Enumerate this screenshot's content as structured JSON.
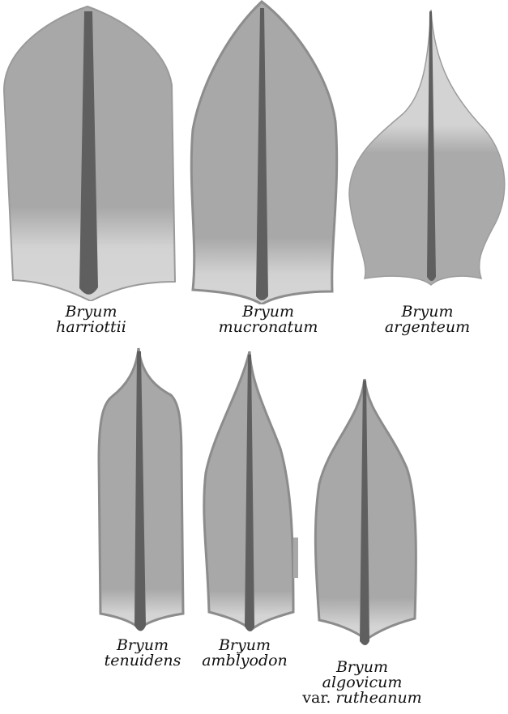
{
  "leaves": [
    {
      "genus": "Bryum",
      "species": "harriottii",
      "var_prefix": "",
      "var_name": ""
    },
    {
      "genus": "Bryum",
      "species": "mucronatum",
      "var_prefix": "",
      "var_name": ""
    },
    {
      "genus": "Bryum",
      "species": "argenteum",
      "var_prefix": "",
      "var_name": ""
    },
    {
      "genus": "Bryum",
      "species": "tenuidens",
      "var_prefix": "",
      "var_name": ""
    },
    {
      "genus": "Bryum",
      "species": "amblyodon",
      "var_prefix": "",
      "var_name": ""
    },
    {
      "genus": "Bryum",
      "species": "algovicum",
      "var_prefix": "var.",
      "var_name": "rutheanum"
    }
  ],
  "colors": {
    "lamina": "#a6a6a6",
    "lamina_light": "#d4d4d4",
    "border": "#8c8c8c",
    "costa": "#5f5f5f"
  }
}
